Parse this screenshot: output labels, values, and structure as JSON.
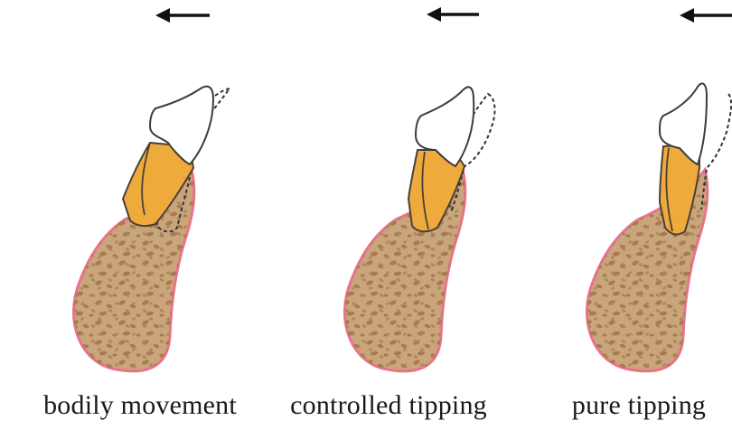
{
  "panels": [
    {
      "id": "bodily",
      "caption": "bodily movement"
    },
    {
      "id": "controlled",
      "caption": "controlled tipping"
    },
    {
      "id": "pure",
      "caption": "pure tipping"
    }
  ],
  "movement_direction": "left",
  "colors": {
    "bone_fill": "#c9a57b",
    "bone_spots": "#a87a52",
    "gingiva_outline": "#e9738a",
    "root_fill": "#efaa3c",
    "root_outline": "#4b4037",
    "crown_fill": "#ffffff",
    "crown_outline": "#3d3d3d",
    "ghost_outline": "#333333",
    "arrow": "#111111"
  }
}
